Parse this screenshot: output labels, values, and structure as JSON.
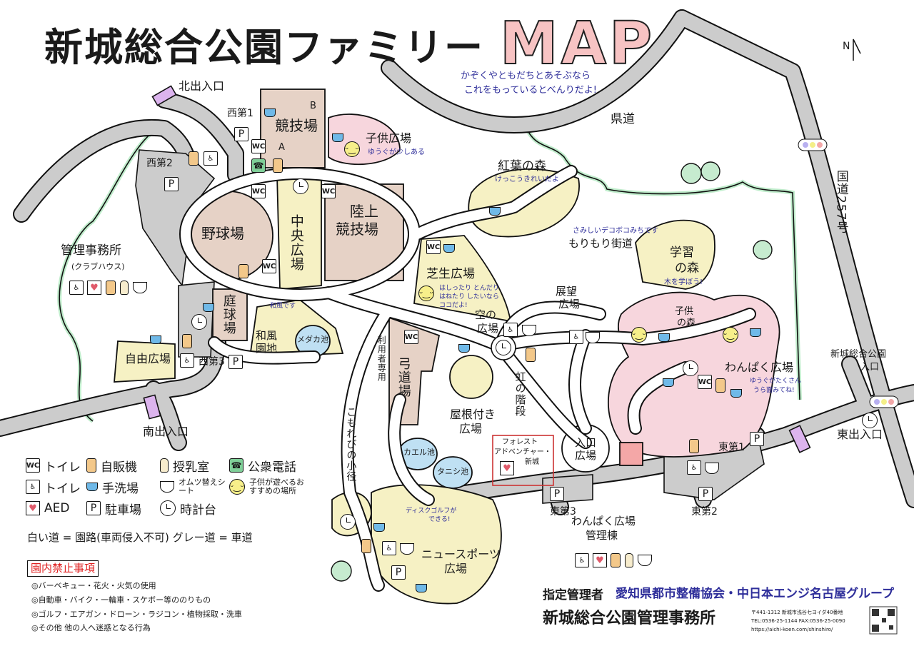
{
  "header": {
    "title": "新城総合公園ファミリー",
    "title_map": "MAP",
    "subtitle_line1": "かぞくやともだちとあそぶなら",
    "subtitle_line2": "これをもっているとべんりだよ!",
    "north": "N"
  },
  "roads": {
    "prefectural": "県道",
    "national": "国道257号"
  },
  "icon_text": {
    "wc": "WC",
    "parking": "P",
    "accessible": "♿",
    "aed": "♥",
    "phone": "☎",
    "smile": "ᵕ‿ᵕ"
  },
  "places": {
    "north_entrance": "北出入口",
    "west1": "西第1",
    "stadium": "競技場",
    "stadium_b": "B",
    "stadium_a": "A",
    "kids_plaza": "子供広場",
    "kids_plaza_note": "ゆうぐが少しある",
    "west2": "西第2",
    "baseball": "野球場",
    "central_plaza": "中央広場",
    "athletics_1": "陸上",
    "athletics_2": "競技場",
    "office": "管理事務所",
    "office_sub": "(クラブハウス)",
    "lawn": "芝生広場",
    "lawn_note_1": "はしったり とんだり",
    "lawn_note_2": "はねたり したいなら",
    "lawn_note_3": "ココだよ!",
    "maple_forest": "紅葉の森",
    "maple_note": "けっこうきれいだよ",
    "morimori_note": "さみしいデコボコみちです",
    "morimori": "もりもり街道",
    "study_forest_1": "学習",
    "study_forest_2": "の森",
    "study_note": "木を学ぼう!",
    "lookout_1": "展望",
    "lookout_2": "広場",
    "kids_forest_1": "子供",
    "kids_forest_2": "の森",
    "sky_1": "空の",
    "sky_2": "広場",
    "tennis": "庭球場",
    "japanese_note": "和風です",
    "japanese_1": "和風",
    "japanese_2": "園地",
    "medaka": "メダカ池",
    "users_only": "利用者専用",
    "archery": "弓道場",
    "free_plaza": "自由広場",
    "west3": "西第3",
    "roofed_1": "屋根付き",
    "roofed_2": "広場",
    "rainbow_stairs": "虹の階段",
    "wanpaku": "わんぱく広場",
    "wanpaku_note_1": "ゆうぐがたくさん",
    "wanpaku_note_2": "うら面みてね!",
    "park_entrance_1": "新城総合公園",
    "park_entrance_2": "入口",
    "east_exit": "東出入口",
    "east1": "東第1",
    "south_exit": "南出入口",
    "komorebi": "こもれびの小径",
    "entrance_plaza_1": "入口",
    "entrance_plaza_2": "広場",
    "forest_adv_1": "フォレスト",
    "forest_adv_2": "アドベンチャー・",
    "forest_adv_3": "新城",
    "kaeru": "カエル池",
    "tanishi": "タニシ池",
    "east3": "東第3",
    "east2": "東第2",
    "wanpaku_bldg_1": "わんぱく広場",
    "wanpaku_bldg_2": "管理棟",
    "disc_note_1": "ディスクゴルフが",
    "disc_note_2": "できる!",
    "newsports_1": "ニュースポーツ",
    "newsports_2": "広場"
  },
  "legend": {
    "items": [
      {
        "icon": "wc",
        "label": "トイレ"
      },
      {
        "icon": "vending-machine",
        "label": "自販機"
      },
      {
        "icon": "nursing-room",
        "label": "授乳室"
      },
      {
        "icon": "public-phone",
        "label": "公衆電話"
      },
      {
        "icon": "accessible-toilet",
        "label": "トイレ"
      },
      {
        "icon": "hand-wash",
        "label": "手洗場"
      },
      {
        "icon": "diaper",
        "label": "オムツ替えシート"
      },
      {
        "icon": "smile",
        "label": "子供が遊べるおすすめの場所"
      },
      {
        "icon": "aed",
        "label": "AED"
      },
      {
        "icon": "parking",
        "label": "駐車場"
      },
      {
        "icon": "clock",
        "label": "時計台"
      }
    ],
    "road_note": "白い道 = 園路(車両侵入不可)   グレー道 = 車道"
  },
  "prohibited": {
    "title": "園内禁止事項",
    "items": [
      "◎バーベキュー・花火・火気の使用",
      "◎自動車・バイク・一輪車・スケボー等ののりもの",
      "◎ゴルフ・エアガン・ドローン・ラジコン・植物採取・洗車",
      "◎その他 他の人へ迷惑となる行為"
    ]
  },
  "footer": {
    "manager_label": "指定管理者",
    "manager_name": "愛知県都市整備協会・中日本エンジ名古屋グループ",
    "office": "新城総合公園管理事務所",
    "postal": "〒441-1312 新城市浅谷七ヨイダ40番地",
    "tel": "TEL:0536-25-1144  FAX:0536-25-0090",
    "url": "https://aichi-koen.com/shinshiro/"
  },
  "colors": {
    "road": "#cccccc",
    "yellow_area": "#f6f1c4",
    "pink_area": "#f7d6dd",
    "brown_area": "#e6d2c6",
    "pond": "#bfe0f3",
    "green_edge": "#bfeccb",
    "accent_pink": "#f7c3c3",
    "blue_text": "#2e2e9a",
    "red_text": "#e02020"
  }
}
